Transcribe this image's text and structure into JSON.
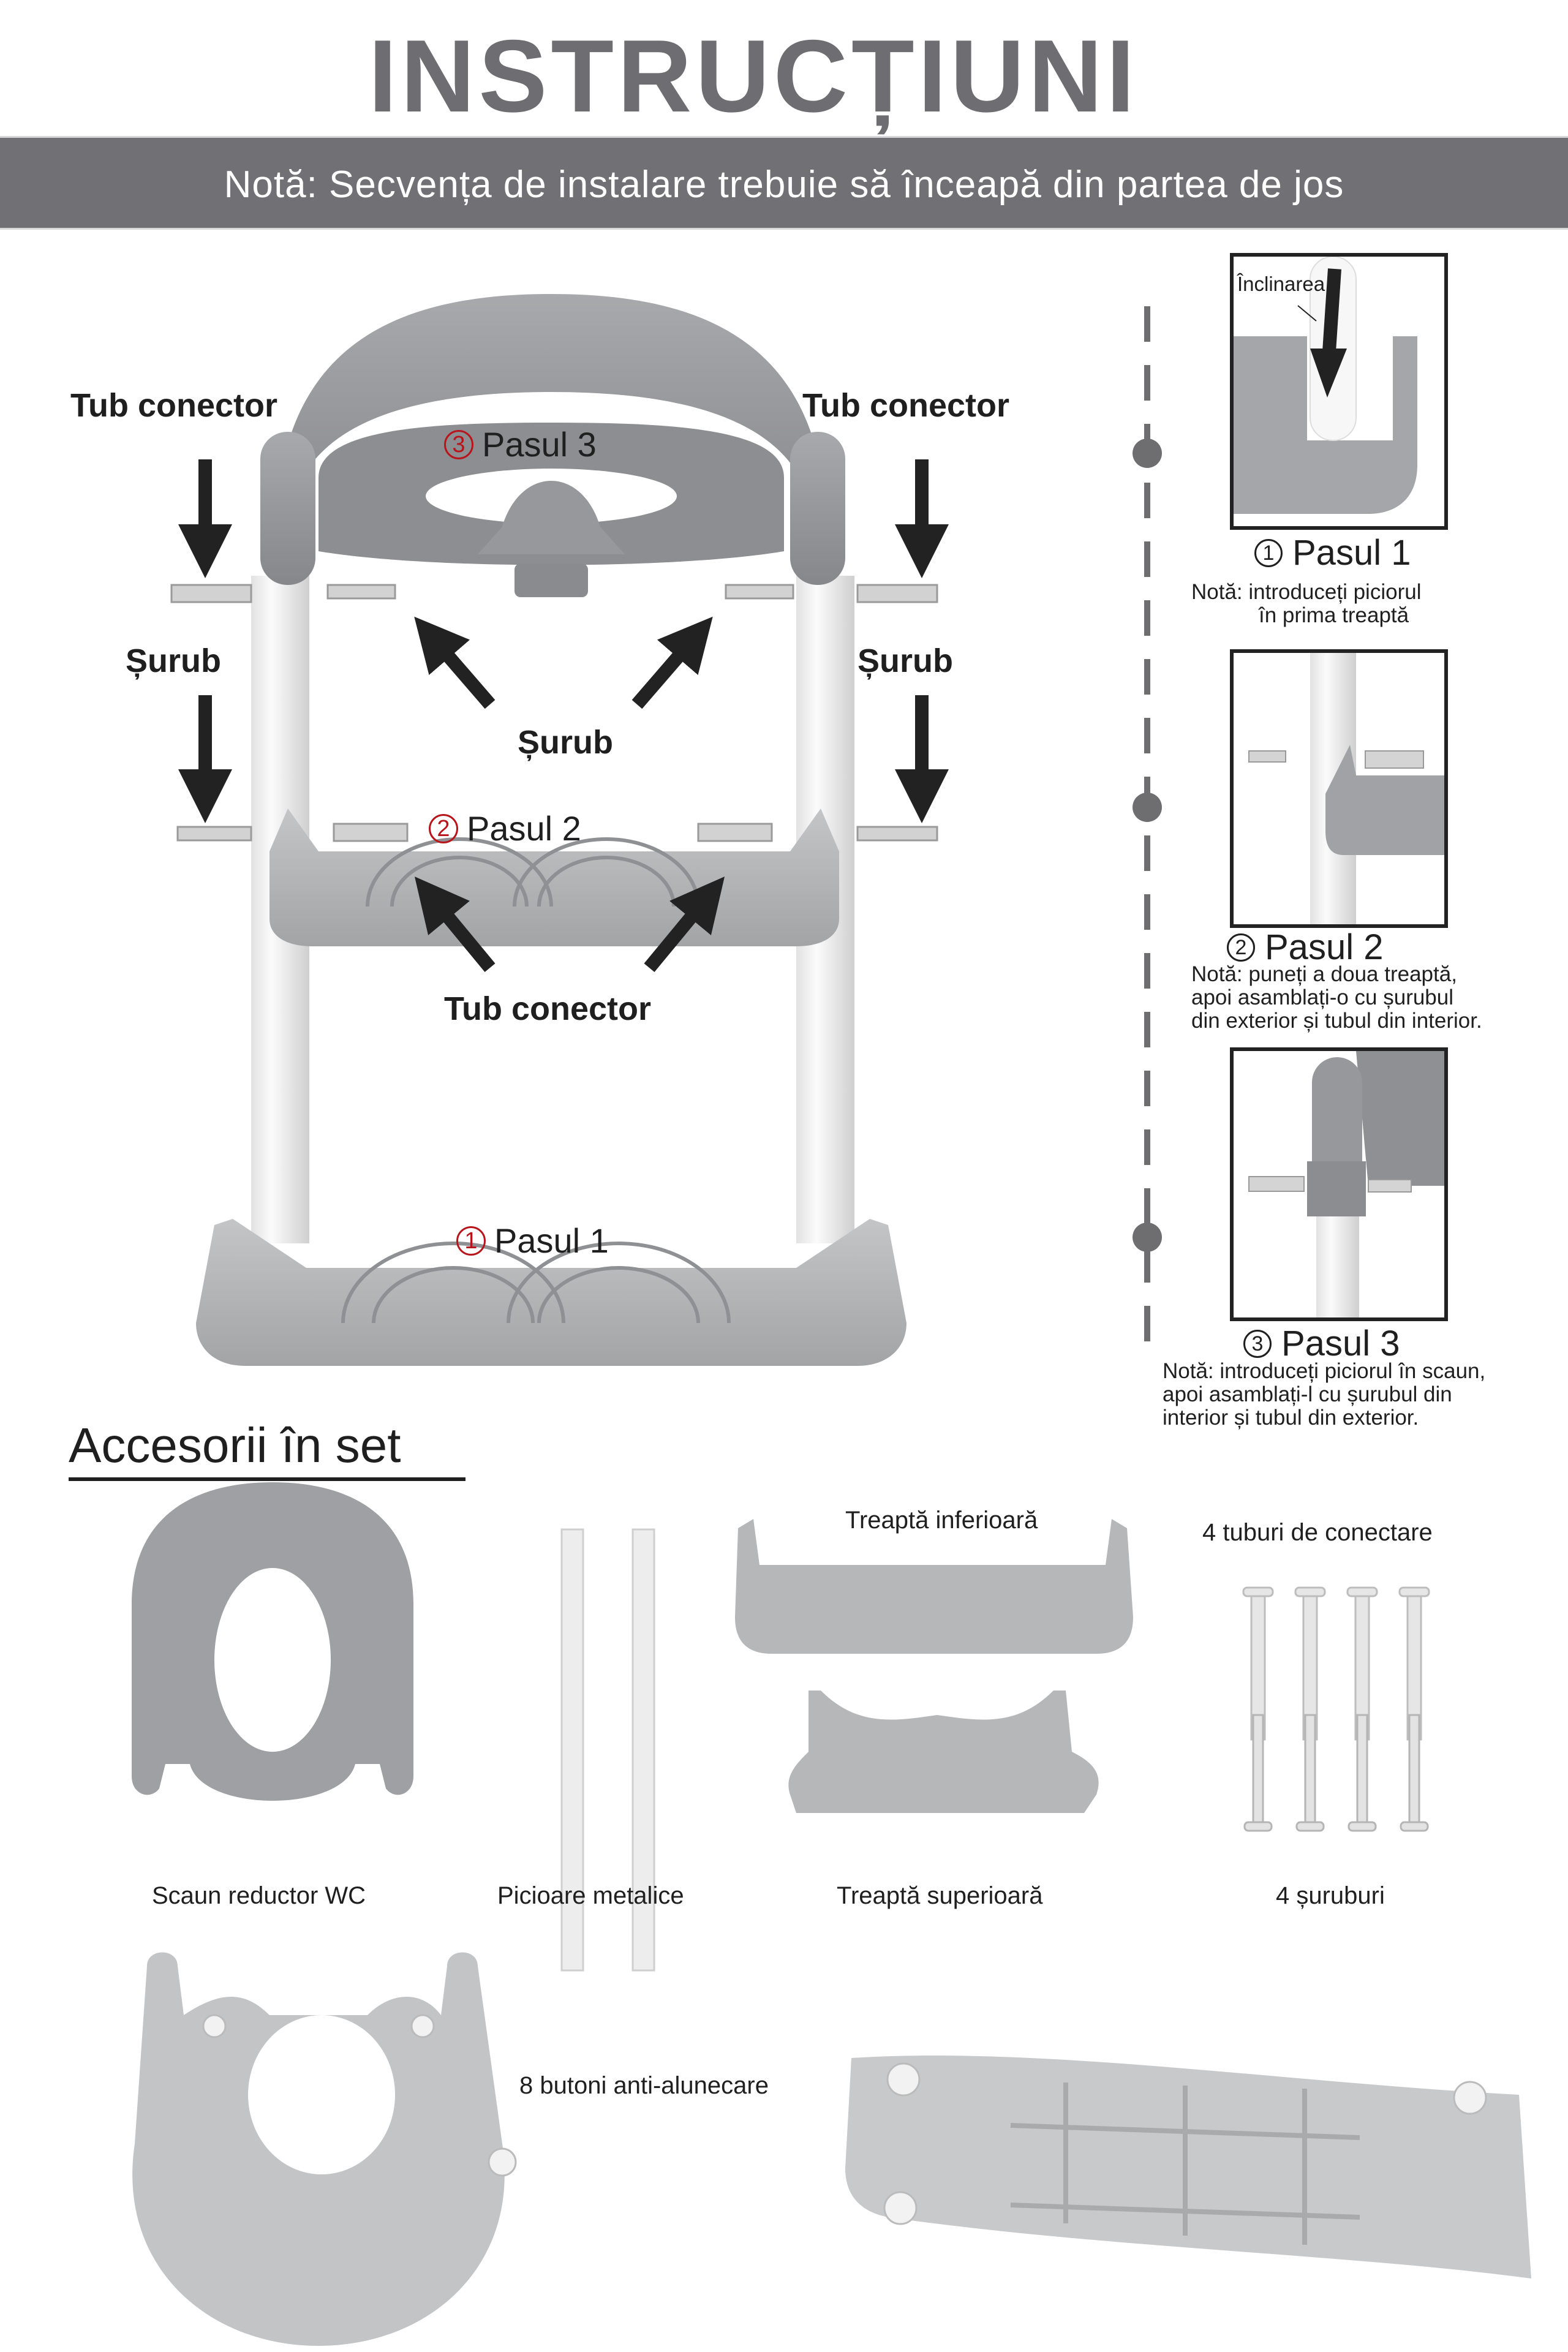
{
  "header": {
    "title": "INSTRUCȚIUNI",
    "banner_note": "Notă: Secvența de instalare trebuie să înceapă din partea de jos"
  },
  "colors": {
    "title_gray": "#6e6e72",
    "banner_gray": "#717175",
    "step_number_red": "#b7151b",
    "plastic_gray": "#9a9b9e",
    "text_dark": "#1f1f1f"
  },
  "main_diagram": {
    "labels": {
      "tub_conector_left": "Tub conector",
      "tub_conector_right": "Tub conector",
      "surub_left": "Șurub",
      "surub_right": "Șurub",
      "surub_center": "Șurub",
      "tub_conector_center": "Tub conector"
    },
    "steps": [
      {
        "number": "3",
        "label": "Pasul 3"
      },
      {
        "number": "2",
        "label": "Pasul 2"
      },
      {
        "number": "1",
        "label": "Pasul 1"
      }
    ]
  },
  "side_steps": [
    {
      "number": "1",
      "label": "Pasul 1",
      "callout": "Înclinarea",
      "note_lines": [
        "Notă: introduceți piciorul",
        "în prima treaptă"
      ]
    },
    {
      "number": "2",
      "label": "Pasul 2",
      "note_lines": [
        "Notă: puneți a doua treaptă,",
        "apoi asamblați-o cu șurubul",
        "din exterior și tubul din interior."
      ]
    },
    {
      "number": "3",
      "label": "Pasul 3",
      "note_lines": [
        "Notă: introduceți piciorul în scaun,",
        "apoi asamblați-l cu șurubul din",
        "interior și tubul din exterior."
      ]
    }
  ],
  "accessories": {
    "title": "Accesorii în set",
    "items": [
      {
        "name": "Scaun reductor WC"
      },
      {
        "name": "Picioare metalice"
      },
      {
        "name": "Treaptă inferioară"
      },
      {
        "name": "Treaptă superioară"
      },
      {
        "name": "4 tuburi de conectare"
      },
      {
        "name": "4 șuruburi"
      }
    ],
    "anti_slip_label": "8 butoni anti-alunecare"
  }
}
